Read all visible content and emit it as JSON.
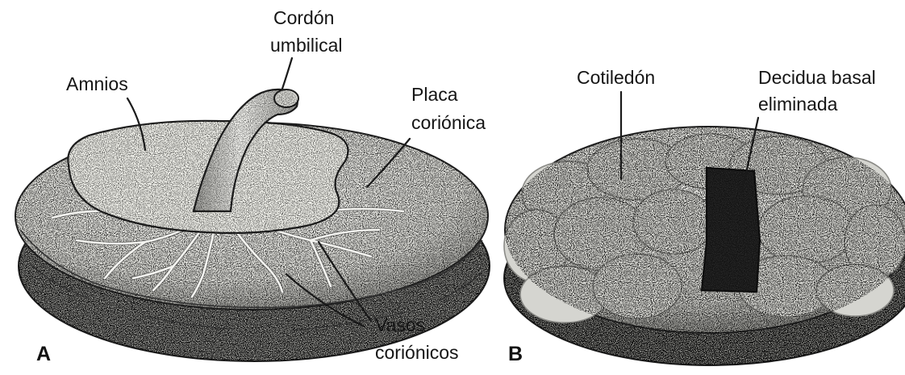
{
  "panel_a": {
    "letter": "A",
    "labels": {
      "cordon": [
        "Cordón",
        "umbilical"
      ],
      "amnios": "Amnios",
      "placa": [
        "Placa",
        "coriónica"
      ],
      "vasos": [
        "Vasos",
        "coriónicos"
      ]
    }
  },
  "panel_b": {
    "letter": "B",
    "labels": {
      "cotiledon": "Cotiledón",
      "decidua": [
        "Decidua basal",
        "eliminada"
      ]
    }
  }
}
